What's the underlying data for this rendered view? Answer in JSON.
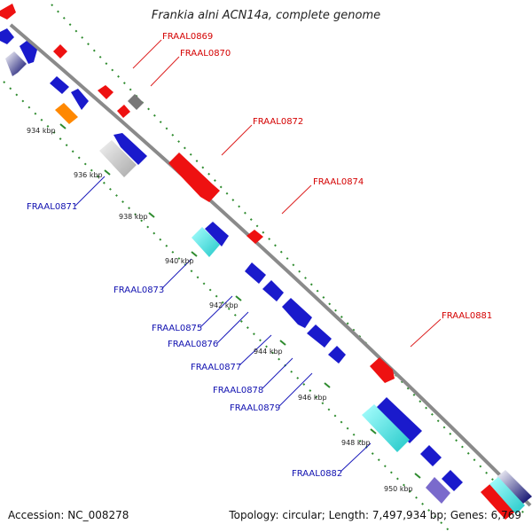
{
  "map": {
    "title": "Frankia alni ACN14a, complete genome",
    "accession": "Accession: NC_008278",
    "topology": "Topology: circular; Length: 7,497,934 bp; Genes: 6,769"
  },
  "colors": {
    "backbone": "#8a8a8a",
    "tick": "#2e8b2e",
    "forward_label": "#d40000",
    "reverse_label": "#1010b0",
    "gene_red": "#ee1111",
    "gene_blue": "#1a1acc",
    "gene_cyan": "#33dddd",
    "gene_gray": "#777777",
    "gene_orange": "#ff8800",
    "gene_light": "#c8c8c8",
    "gene_purple": "#7a6acc"
  },
  "kbp_ticks": [
    "934 kbp",
    "936 kbp",
    "938 kbp",
    "940 kbp",
    "942 kbp",
    "944 kbp",
    "946 kbp",
    "948 kbp",
    "950 kbp"
  ],
  "forward_labels": [
    "FRAAL0869",
    "FRAAL0870",
    "FRAAL0872",
    "FRAAL0874",
    "FRAAL0881"
  ],
  "reverse_labels": [
    "FRAAL0871",
    "FRAAL0873",
    "FRAAL0875",
    "FRAAL0876",
    "FRAAL0877",
    "FRAAL0878",
    "FRAAL0879",
    "FRAAL0882"
  ]
}
